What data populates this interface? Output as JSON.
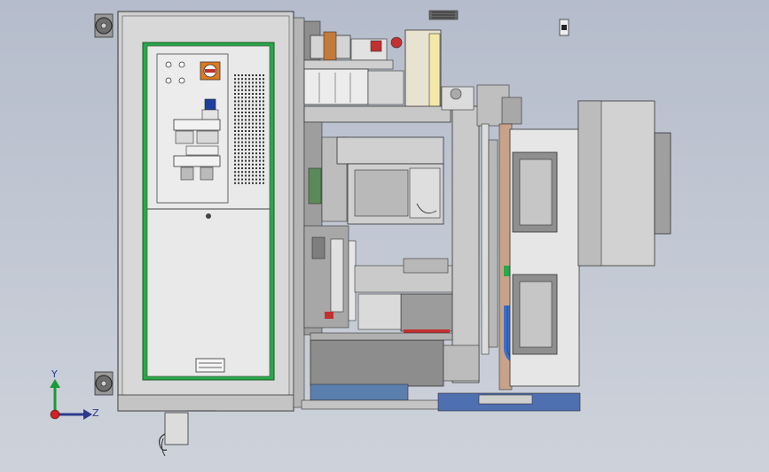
{
  "viewport": {
    "background_color": "#c0c6d2",
    "model": "machine-assembly-view"
  },
  "triad": {
    "y_label": "Y",
    "z_label": "Z",
    "y_color": "#1a9a3a",
    "z_color": "#2b3a8c",
    "origin_color": "#d42020"
  },
  "colors": {
    "panel_green": "#2aa84a",
    "frame_gray": "#c9c9c9",
    "block_blue": "#5a7fae",
    "tube_blue": "#3a6fd0",
    "accent_red": "#c23030",
    "warning_orange": "#e07a1a"
  }
}
